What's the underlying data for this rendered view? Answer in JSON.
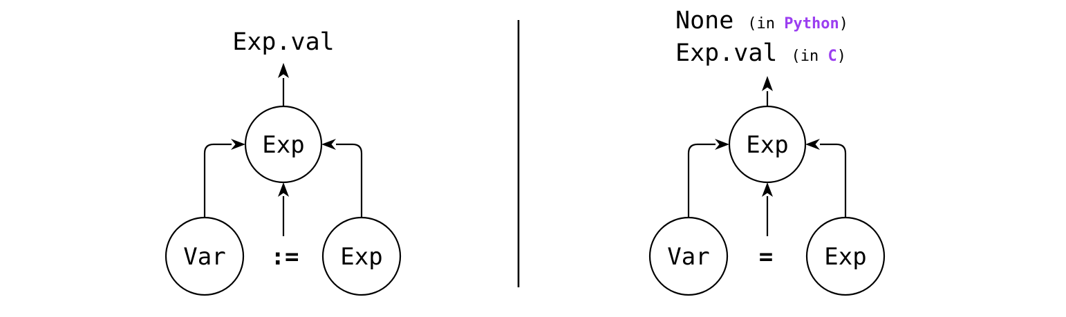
{
  "figure": {
    "background": "#ffffff",
    "ink_color": "#000000",
    "accent_color": "#9b3ef0"
  },
  "left_panel": {
    "result_label": "Exp.val",
    "root_node_label": "Exp",
    "left_child_label": "Var",
    "operator_label": ":=",
    "right_child_label": "Exp"
  },
  "right_panel": {
    "result_lines": [
      {
        "value": "None",
        "annotation_open": "(in",
        "language": "Python",
        "annotation_close": ")"
      },
      {
        "value": "Exp.val",
        "annotation_open": "(in",
        "language": "C",
        "annotation_close": ")"
      }
    ],
    "root_node_label": "Exp",
    "left_child_label": "Var",
    "operator_label": "=",
    "right_child_label": "Exp"
  }
}
